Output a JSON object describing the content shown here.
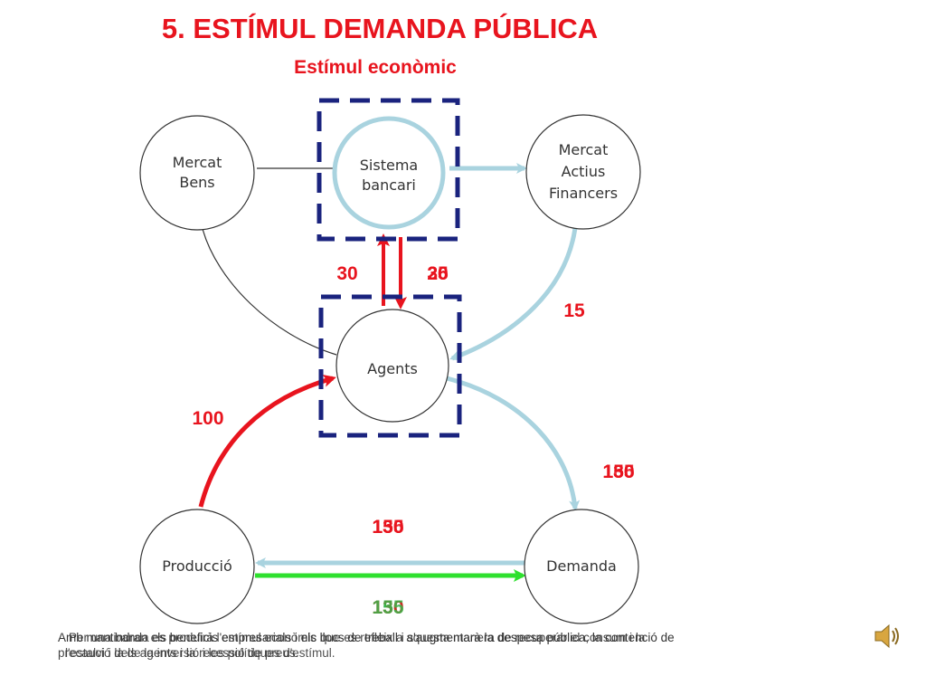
{
  "title": "5. ESTÍMUL DEMANDA PÚBLICA",
  "subtitle": "Estímul econòmic",
  "nodes": {
    "mercat_bens": [
      "Mercat",
      "Bens"
    ],
    "sistema_bancari": [
      "Sistema",
      "bancari"
    ],
    "mercat_actius": [
      "Mercat",
      "Actius",
      "Financers"
    ],
    "agents": "Agents",
    "produccio": "Producció",
    "demanda": "Demanda"
  },
  "values": {
    "bank_left": "30",
    "bank_right_a": "30",
    "bank_right_b": "25",
    "bank_right_c": "26",
    "financial": "15",
    "production_income": "100",
    "demand_flow_a": "150",
    "demand_flow_b": "135",
    "demand_flow_c": "180",
    "demand_to_production_a": "150",
    "demand_to_production_b": "130",
    "demand_to_production_c": "135",
    "production_to_demand_a": "150",
    "production_to_demand_b": "130",
    "production_to_demand_c": "135"
  },
  "caption": {
    "line1": "Amb mantindran els beneficis empresarials i els llocs de treball i s'augmentarà la despesa pública, la contenció de",
    "line2": "Per una banda es produirà l'estímul econòmic que es refleix a aquesta manera de recuperar el consum i la",
    "line3": "l'estalvi i la de la inversió i les polítiques d'estímul.",
    "line4": "precaució dels agents i la recessió de preus."
  },
  "colors": {
    "title": "#e8141e",
    "light_blue": "#a9d3df",
    "red_arrow": "#e8141e",
    "green_arrow": "#2ee02e",
    "dashed_box": "#1a237e"
  }
}
